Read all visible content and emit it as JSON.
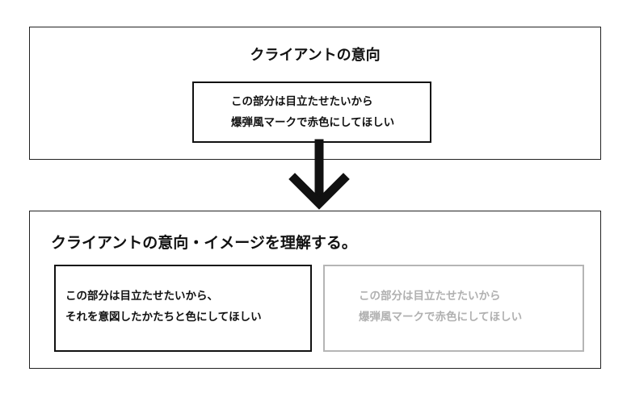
{
  "top_panel": {
    "title": "クライアントの意向",
    "request": {
      "line1": "この部分は目立たせたいから",
      "line2": "爆弾風マークで赤色にしてほしい"
    }
  },
  "bottom_panel": {
    "title": "クライアントの意向・イメージを理解する。",
    "understood": {
      "line1": "この部分は目立たせたいから、",
      "line2": "それを意図したかたちと色にしてほしい"
    },
    "literal": {
      "line1": "この部分は目立たせたいから",
      "line2": "爆弾風マークで赤色にしてほしい"
    }
  },
  "colors": {
    "stroke": "#111111",
    "faded": "#b0b0b0"
  }
}
